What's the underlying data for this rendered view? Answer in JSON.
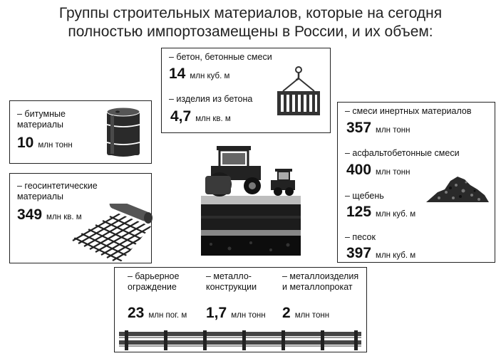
{
  "title": {
    "line1": "Группы строительных материалов, которые на сегодня",
    "line2": "полностью импортозамещены в России, и их объем:"
  },
  "concrete": {
    "item1_label": "– бетон, бетонные смеси",
    "item1_value": "14",
    "item1_unit": "млн куб. м",
    "item2_label": "– изделия из бетона",
    "item2_value": "4,7",
    "item2_unit": "млн кв. м",
    "icon": "crane-container-icon"
  },
  "bitumen": {
    "label_line1": "– битумные",
    "label_line2": "материалы",
    "value": "10",
    "unit": "млн тонн",
    "icon": "barrel-icon"
  },
  "geosynthetic": {
    "label_line1": "– геосинтетические",
    "label_line2": "материалы",
    "value": "349",
    "unit": "млн кв. м",
    "icon": "geogrid-roll-icon"
  },
  "inert": {
    "items": [
      {
        "label": "– смеси инертных материалов",
        "value": "357",
        "unit": "млн тонн"
      },
      {
        "label": "– асфальтобетонные смеси",
        "value": "400",
        "unit": "млн тонн"
      },
      {
        "label": "– щебень",
        "value": "125",
        "unit": "млн куб. м"
      },
      {
        "label": "– песок",
        "value": "397",
        "unit": "млн куб. м"
      }
    ],
    "icon": "gravel-pile-icon"
  },
  "metal": {
    "items": [
      {
        "label_line1": "– барьерное",
        "label_line2": "ограждение",
        "value": "23",
        "unit": "млн пог. м"
      },
      {
        "label_line1": "– металло-",
        "label_line2": "конструкции",
        "value": "1,7",
        "unit": "млн тонн"
      },
      {
        "label_line1": "– металлоизделия",
        "label_line2": "и металлопрокат",
        "value": "2",
        "unit": "млн тонн"
      }
    ],
    "icon": "guardrail-icon"
  },
  "center": {
    "icon": "road-roller-icon"
  }
}
